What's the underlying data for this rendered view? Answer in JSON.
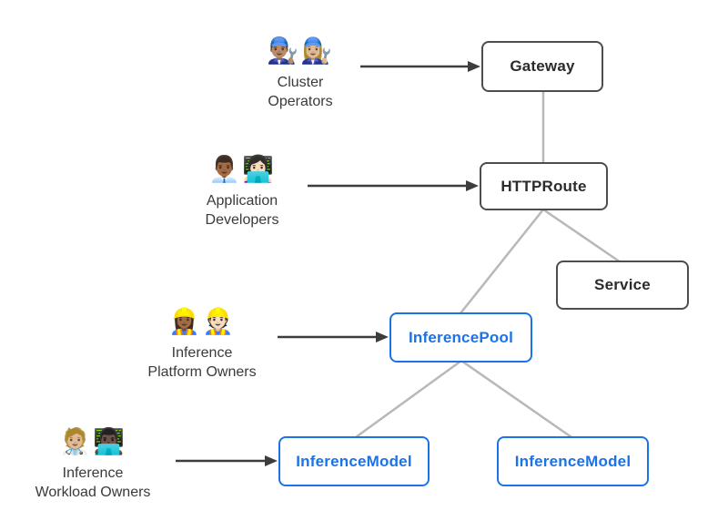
{
  "diagram": {
    "nodes": [
      {
        "id": "gateway",
        "label": "Gateway",
        "style": "default"
      },
      {
        "id": "httproute",
        "label": "HTTPRoute",
        "style": "default"
      },
      {
        "id": "service",
        "label": "Service",
        "style": "default"
      },
      {
        "id": "inferencepool",
        "label": "InferencePool",
        "style": "accent"
      },
      {
        "id": "inferencemodel-left",
        "label": "InferenceModel",
        "style": "accent"
      },
      {
        "id": "inferencemodel-right",
        "label": "InferenceModel",
        "style": "accent"
      }
    ],
    "personas": [
      {
        "id": "cluster-operators",
        "emoji": "👨🏽‍🔧👩🏼‍🔧",
        "label": "Cluster\nOperators",
        "arrow_to": "Gateway"
      },
      {
        "id": "application-developers",
        "emoji": "👨🏾‍💼👩🏻‍💻",
        "label": "Application\nDevelopers",
        "arrow_to": "HTTPRoute"
      },
      {
        "id": "inference-platform-owners",
        "emoji": "👷🏾‍♀️👷🏻",
        "label": "Inference\nPlatform Owners",
        "arrow_to": "InferencePool"
      },
      {
        "id": "inference-workload-owners",
        "emoji": "🧑🏼‍⚕️👨🏿‍💻",
        "label": "Inference\nWorkload Owners",
        "arrow_to": "InferenceModel"
      }
    ],
    "edges": [
      {
        "from": "Gateway",
        "to": "HTTPRoute"
      },
      {
        "from": "HTTPRoute",
        "to": "Service"
      },
      {
        "from": "HTTPRoute",
        "to": "InferencePool"
      },
      {
        "from": "InferencePool",
        "to": "InferenceModel-left"
      },
      {
        "from": "InferencePool",
        "to": "InferenceModel-right"
      }
    ],
    "colors": {
      "accent_blue": "#1a73e8",
      "node_border": "#4d4d4d",
      "node_text": "#2b2b2b",
      "connector_gray": "#b8b8b8",
      "arrow_dark": "#3d3d3d",
      "label_text": "#3a3a3a",
      "background": "#ffffff"
    }
  }
}
